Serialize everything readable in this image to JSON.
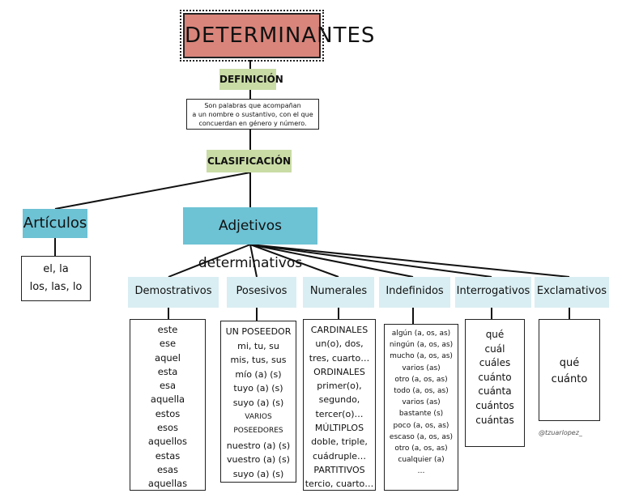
{
  "title": "DETERMINANTES",
  "definicion": {
    "label": "DEFINICIÓN",
    "text_lines": [
      "Son palabras que acompañan",
      "a un nombre o sustantivo, con el que",
      "concuerdan en género y número."
    ]
  },
  "clasificacion": {
    "label": "CLASIFICACIÓN"
  },
  "articulos": {
    "label": "Artículos",
    "items": [
      "el, la",
      "los, las, lo"
    ]
  },
  "adjetivos": {
    "label": "Adjetivos determinativos"
  },
  "categorias": [
    {
      "label": "Demostrativos",
      "items": [
        "este",
        "ese",
        "aquel",
        "esta",
        "esa",
        "aquella",
        "estos",
        "esos",
        "aquellos",
        "estas",
        "esas",
        "aquellas"
      ]
    },
    {
      "label": "Posesivos",
      "items": [
        "UN POSEEDOR",
        "mi, tu, su",
        "mis, tus, sus",
        "mío (a) (s)",
        "tuyo (a) (s)",
        "suyo (a) (s)",
        "VARIOS",
        "POSEEDORES",
        "nuestro (a) (s)",
        "vuestro (a) (s)",
        "suyo (a) (s)"
      ]
    },
    {
      "label": "Numerales",
      "items": [
        "CARDINALES",
        "un(o), dos,",
        "tres, cuarto…",
        "ORDINALES",
        "primer(o),",
        "segundo,",
        "tercer(o)…",
        "MÚLTIPLOS",
        "doble, triple,",
        "cuádruple…",
        "PARTITIVOS",
        "tercio, cuarto…"
      ]
    },
    {
      "label": "Indefinidos",
      "items": [
        "algún (a, os, as)",
        "ningún (a, os, as)",
        "mucho (a, os, as)",
        "varios (as)",
        "otro (a, os, as)",
        "todo (a, os, as)",
        "varios (as)",
        "bastante (s)",
        "poco (a, os, as)",
        "escaso (a, os, as)",
        "otro (a, os, as)",
        "cualquier (a)",
        "…"
      ]
    },
    {
      "label": "Interrogativos",
      "items": [
        "qué",
        "cuál",
        "cuáles",
        "cuánto",
        "cuánta",
        "cuántos",
        "cuántas"
      ]
    },
    {
      "label": "Exclamativos",
      "items": [
        "qué",
        "cuánto"
      ]
    }
  ],
  "firma": "@tzuarlopez_",
  "colors": {
    "title": "#d9857b",
    "green": "#c9dca5",
    "blue": "#6dc2d4",
    "light_blue": "#d9eef2"
  }
}
